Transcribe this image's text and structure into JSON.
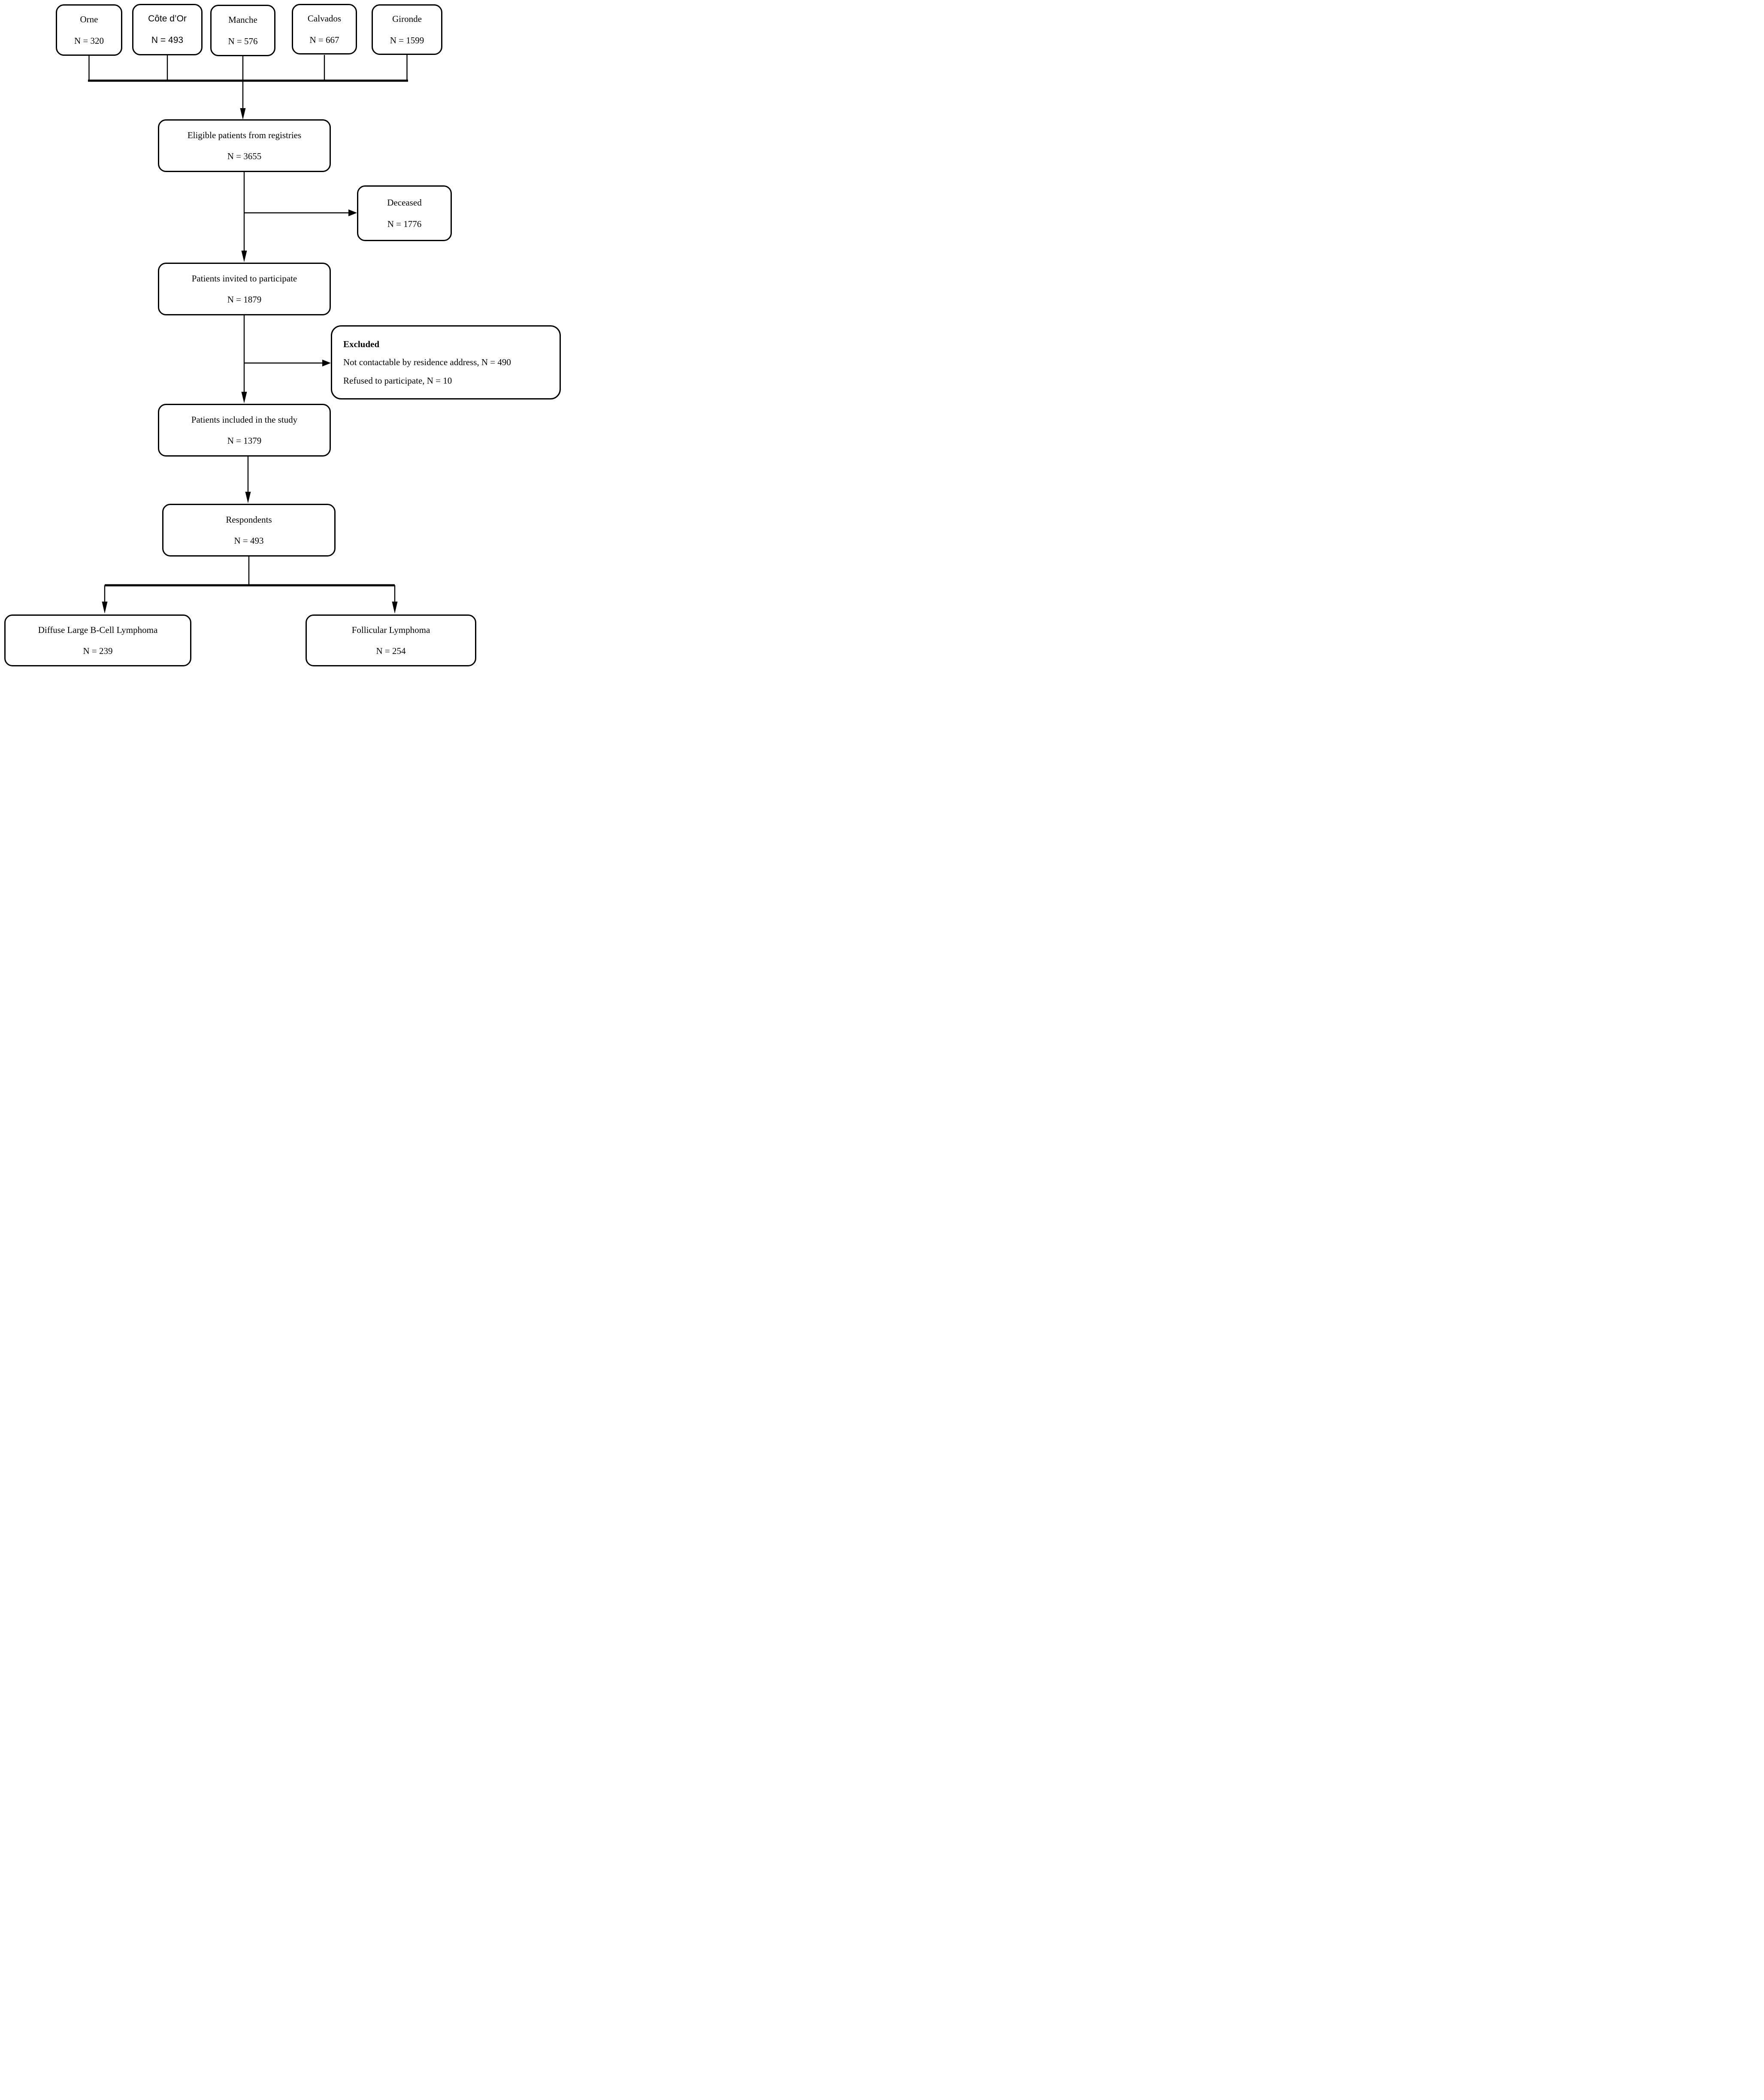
{
  "diagram": {
    "registries": [
      {
        "label": "Orne",
        "count": "N = 320"
      },
      {
        "label": "Côte d’Or",
        "count": "N = 493"
      },
      {
        "label": "Manche",
        "count": "N = 576"
      },
      {
        "label": "Calvados",
        "count": "N = 667"
      },
      {
        "label": "Gironde",
        "count": "N = 1599"
      }
    ],
    "eligible": {
      "label": "Eligible patients from registries",
      "count": "N = 3655"
    },
    "deceased": {
      "label": "Deceased",
      "count": "N = 1776"
    },
    "invited": {
      "label": "Patients invited to participate",
      "count": "N = 1879"
    },
    "excluded": {
      "heading": "Excluded",
      "reasons": [
        "Not contactable by residence address, N = 490",
        "Refused to participate, N = 10"
      ]
    },
    "included": {
      "label": "Patients included in the study",
      "count": "N = 1379"
    },
    "respondents": {
      "label": "Respondents",
      "count": "N = 493"
    },
    "dlbcl": {
      "label": "Diffuse Large B-Cell Lymphoma",
      "count": "N = 239"
    },
    "follicular": {
      "label": "Follicular Lymphoma",
      "count": "N = 254"
    }
  }
}
